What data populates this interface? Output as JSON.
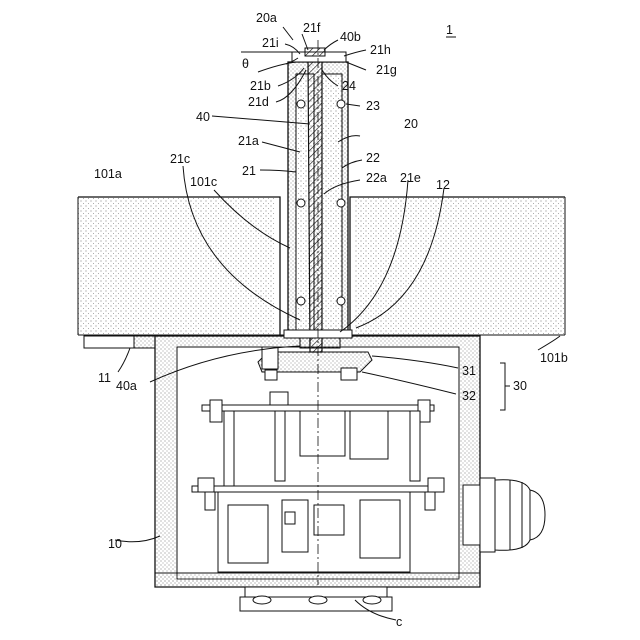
{
  "figure_number": "1",
  "labels": {
    "20a": "20a",
    "21f": "21f",
    "40b": "40b",
    "21i": "21i",
    "21h": "21h",
    "theta": "θ",
    "21g": "21g",
    "21b": "21b",
    "24": "24",
    "21d": "21d",
    "23": "23",
    "40": "40",
    "20": "20",
    "21a": "21a",
    "21c": "21c",
    "22": "22",
    "21": "21",
    "22a": "22a",
    "21e": "21e",
    "12": "12",
    "101a": "101a",
    "101c": "101c",
    "101b": "101b",
    "11": "11",
    "31": "31",
    "40a": "40a",
    "30": "30",
    "32": "32",
    "10": "10",
    "c": "c"
  },
  "colors": {
    "line": "#111111",
    "background": "#ffffff",
    "stipple": "#555555"
  }
}
